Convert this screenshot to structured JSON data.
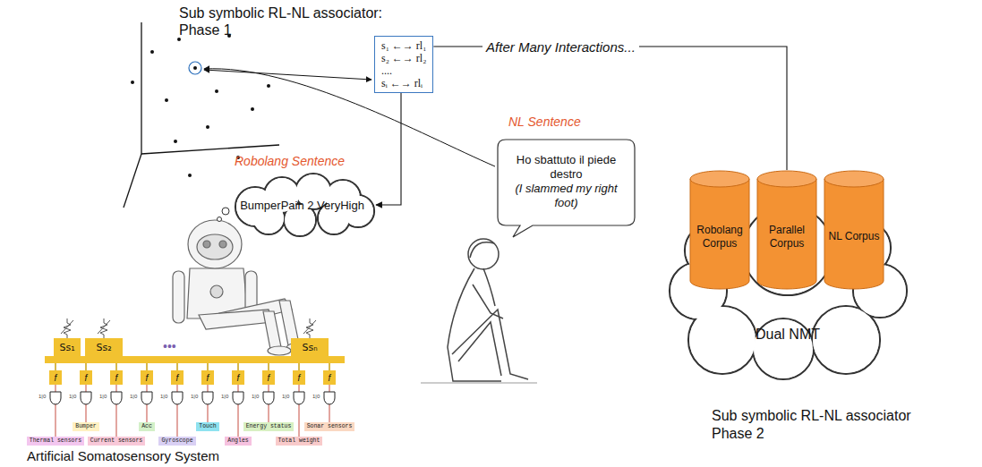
{
  "diagram": {
    "nodes": [
      {
        "text": [
          "s₁ ←→ rl₁",
          "s₂ ←→ rl₂",
          "....",
          "sᵢ ←→ rlᵢ"
        ]
      },
      {
        "text": [
          "BumperPain 2 VeryHigh"
        ]
      },
      {
        "text": [
          "Ho sbattuto il piede destro",
          "(I slammed my right foot)"
        ]
      },
      {
        "text": [
          "Dual NMT"
        ]
      },
      {
        "text": [
          "Robolang Corpus"
        ],
        "in": 3
      },
      {
        "text": [
          "Parallel Corpus"
        ],
        "in": 3
      },
      {
        "text": [
          "NL Corpus"
        ],
        "in": 3
      },
      {
        "text": [
          "Ss₁"
        ]
      },
      {
        "text": [
          "Ss₂"
        ]
      },
      {
        "text": [
          "Ssₙ"
        ]
      },
      {
        "text": [
          "f"
        ]
      },
      {
        "text": [
          "f"
        ]
      },
      {
        "text": [
          "f"
        ]
      },
      {
        "text": [
          "f"
        ]
      },
      {
        "text": [
          "f"
        ]
      },
      {
        "text": [
          "f"
        ]
      },
      {
        "text": [
          "f"
        ]
      },
      {
        "text": [
          "f"
        ]
      },
      {
        "text": [
          "f"
        ]
      },
      {
        "text": [
          "f"
        ]
      },
      {
        "text": [
          "Thermal sensors"
        ]
      },
      {
        "text": [
          "Bumper"
        ]
      },
      {
        "text": [
          "Current sensors"
        ]
      },
      {
        "text": [
          "Acc"
        ]
      },
      {
        "text": [
          "Gyroscope"
        ]
      },
      {
        "text": [
          "Touch"
        ]
      },
      {
        "text": [
          "Angles"
        ]
      },
      {
        "text": [
          "Energy status"
        ]
      },
      {
        "text": [
          "Total weight"
        ]
      },
      {
        "text": [
          "Sonar sensors"
        ]
      }
    ],
    "edges": [
      {
        "from": 0,
        "to": 1,
        "arrow": "to"
      },
      {
        "from": 0,
        "to": 5,
        "label": "After Many Interactions...",
        "arrow": "none"
      },
      {
        "from": 20,
        "to": 10,
        "arrow": "none"
      },
      {
        "from": 21,
        "to": 11,
        "arrow": "none"
      },
      {
        "from": 22,
        "to": 12,
        "arrow": "none"
      },
      {
        "from": 23,
        "to": 13,
        "arrow": "none"
      },
      {
        "from": 24,
        "to": 14,
        "arrow": "none"
      },
      {
        "from": 25,
        "to": 15,
        "arrow": "none"
      },
      {
        "from": 26,
        "to": 16,
        "arrow": "none"
      },
      {
        "from": 27,
        "to": 17,
        "arrow": "none"
      },
      {
        "from": 28,
        "to": 18,
        "arrow": "none"
      },
      {
        "from": 29,
        "to": 19,
        "arrow": "none"
      }
    ],
    "labels": [
      "Sub symbolic RL-NL associator:",
      "Phase 1",
      "Robolang Sentence",
      "NL Sentence",
      "Sub symbolic RL-NL associator",
      "Phase 2",
      "Artificial Somatosensory System",
      "•••",
      "1|0",
      "1|0",
      "1|0",
      "1|0",
      "1|0",
      "1|0",
      "1|0",
      "1|0",
      "1|0",
      "1|0"
    ]
  }
}
